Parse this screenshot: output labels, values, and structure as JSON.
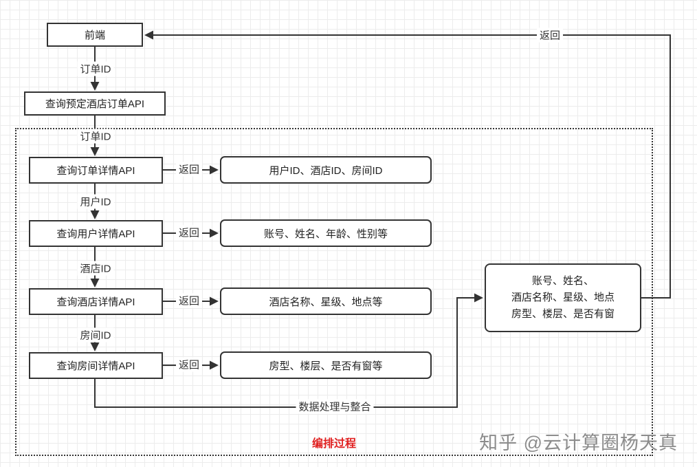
{
  "frontend": {
    "label": "前端"
  },
  "entry": {
    "input_label": "订单ID",
    "api_label": "查询预定酒店订单API"
  },
  "orchestration": {
    "title": "编排过程",
    "rows": [
      {
        "input_label": "订单ID",
        "api": "查询订单详情API",
        "return_label": "返回",
        "result": "用户ID、酒店ID、房间ID"
      },
      {
        "input_label": "用户ID",
        "api": "查询用户详情API",
        "return_label": "返回",
        "result": "账号、姓名、年龄、性别等"
      },
      {
        "input_label": "酒店ID",
        "api": "查询酒店详情API",
        "return_label": "返回",
        "result": "酒店名称、星级、地点等"
      },
      {
        "input_label": "房间ID",
        "api": "查询房间详情API",
        "return_label": "返回",
        "result": "房型、楼层、是否有窗等"
      }
    ],
    "merge_label": "数据处理与整合",
    "aggregate": {
      "line1": "账号、姓名、",
      "line2": "酒店名称、星级、地点",
      "line3": "房型、楼层、是否有窗"
    }
  },
  "return_to_frontend_label": "返回",
  "watermark": "知乎 @云计算圈杨天真",
  "colors": {
    "line": "#333333",
    "title_red": "#e02020",
    "watermark_gray": "#8c8c8c"
  }
}
